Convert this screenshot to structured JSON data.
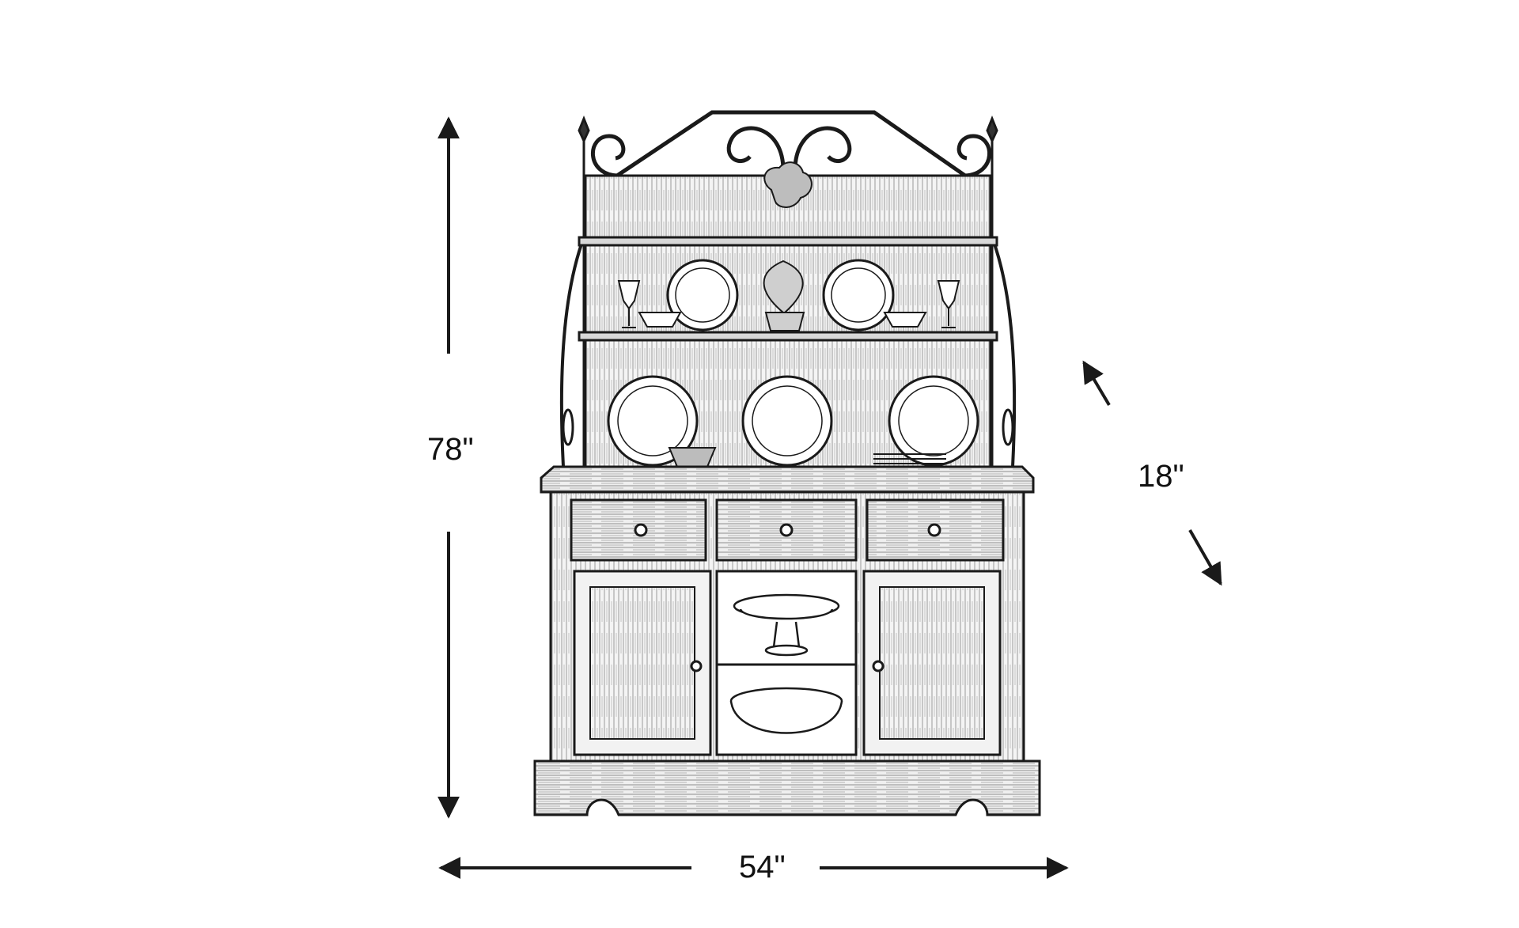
{
  "dimensions": {
    "height": "78\"",
    "depth": "18\"",
    "width": "54\""
  },
  "colors": {
    "ink": "#1a1a1a",
    "wood": "#555555",
    "background": "#ffffff"
  },
  "icons": {
    "arrow": "arrowhead",
    "plate": "plate-icon",
    "bowl": "bowl-icon"
  }
}
